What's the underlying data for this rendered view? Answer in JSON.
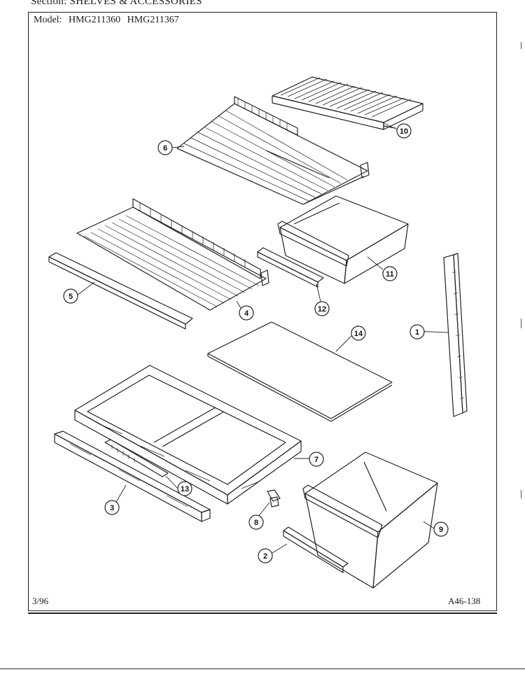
{
  "header": {
    "section_label": "Section:",
    "section_name": "SHELVES & ACCESSORIES",
    "model_label": "Model:",
    "models": [
      "HMG211360",
      "HMG211367"
    ]
  },
  "footer": {
    "date": "3/96",
    "code": "A46-138"
  },
  "callouts": [
    "1",
    "2",
    "3",
    "4",
    "5",
    "6",
    "7",
    "8",
    "9",
    "10",
    "11",
    "12",
    "13",
    "14"
  ]
}
